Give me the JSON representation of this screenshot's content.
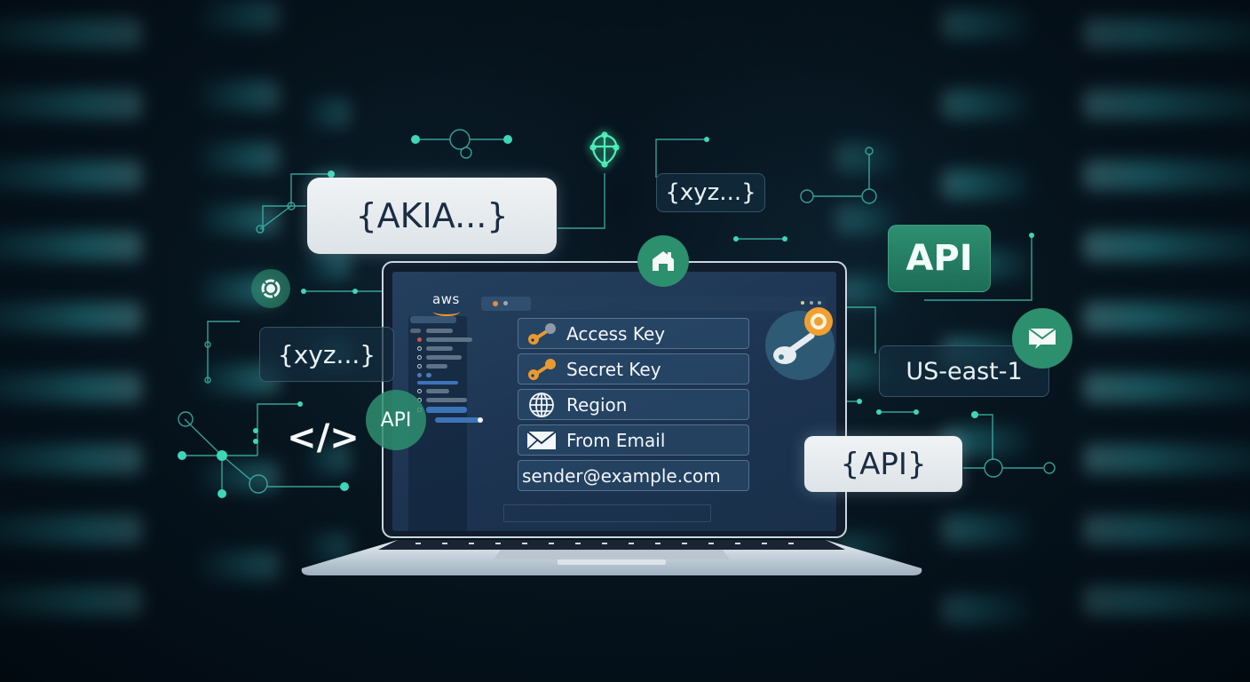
{
  "scene": {
    "description": "Illustration of a laptop displaying an AWS credentials configuration form, surrounded by floating API/credential callouts in a data center",
    "colors": {
      "background": "#081822",
      "rack_glow": "#3cc8d2",
      "accent_green": "#2e8f70",
      "line_teal": "#3fd0b0",
      "screen": "#1c3350",
      "aws_orange": "#f39a26",
      "key_orange": "#f0a030"
    }
  },
  "laptop": {
    "brand_logo": "aws",
    "form": {
      "fields": [
        {
          "label": "Access Key",
          "icon": "key-icon"
        },
        {
          "label": "Secret Key",
          "icon": "key-icon"
        },
        {
          "label": "Region",
          "icon": "globe-icon"
        },
        {
          "label": "From Email",
          "icon": "envelope-icon"
        }
      ],
      "email_value": "sender@example.com"
    }
  },
  "callouts": {
    "akia": "{AKIA...}",
    "xyz_top": "{xyz...}",
    "xyz_left": "{xyz...}",
    "api_green": "API",
    "api_circle": "API",
    "api_braces": "{API}",
    "region": "US-east-1",
    "code_tag": "</>"
  },
  "floating_icons": [
    "shield-icon",
    "home-icon",
    "gear-icon",
    "key-badge-icon",
    "mail-icon"
  ]
}
